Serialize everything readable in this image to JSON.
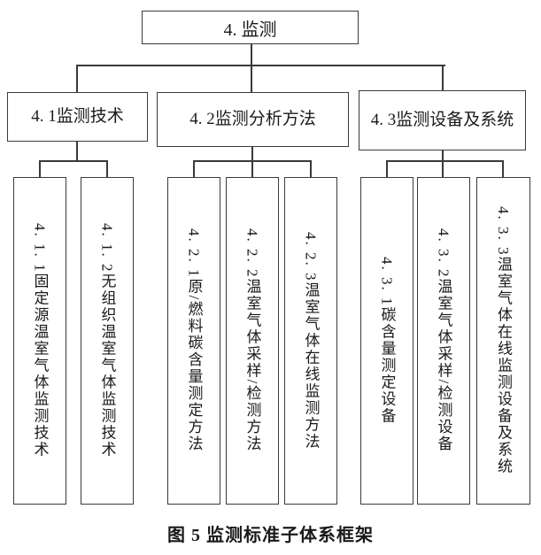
{
  "figure": {
    "root": {
      "label": "4. 监测"
    },
    "level2": [
      {
        "label": "4. 1监测技术"
      },
      {
        "label": "4. 2监测分析方法"
      },
      {
        "label": "4. 3监测设备及系统"
      }
    ],
    "leaves": [
      {
        "label": "4. 1. 1固定源温室气体监测技术"
      },
      {
        "label": "4. 1. 2无组织温室气体监测技术"
      },
      {
        "label": "4. 2. 1原/燃料碳含量测定方法"
      },
      {
        "label": "4. 2. 2温室气体采样/检测方法"
      },
      {
        "label": "4. 2. 3温室气体在线监测方法"
      },
      {
        "label": "4. 3. 1碳含量测定设备"
      },
      {
        "label": "4. 3. 2温室气体采样/检测设备"
      },
      {
        "label": "4. 3. 3温室气体在线监测设备及系统"
      }
    ],
    "caption": "图 5 监测标准子体系框架",
    "colors": {
      "line": "#3a3a3a",
      "background": "#ffffff",
      "text": "#1a1a1a"
    }
  }
}
